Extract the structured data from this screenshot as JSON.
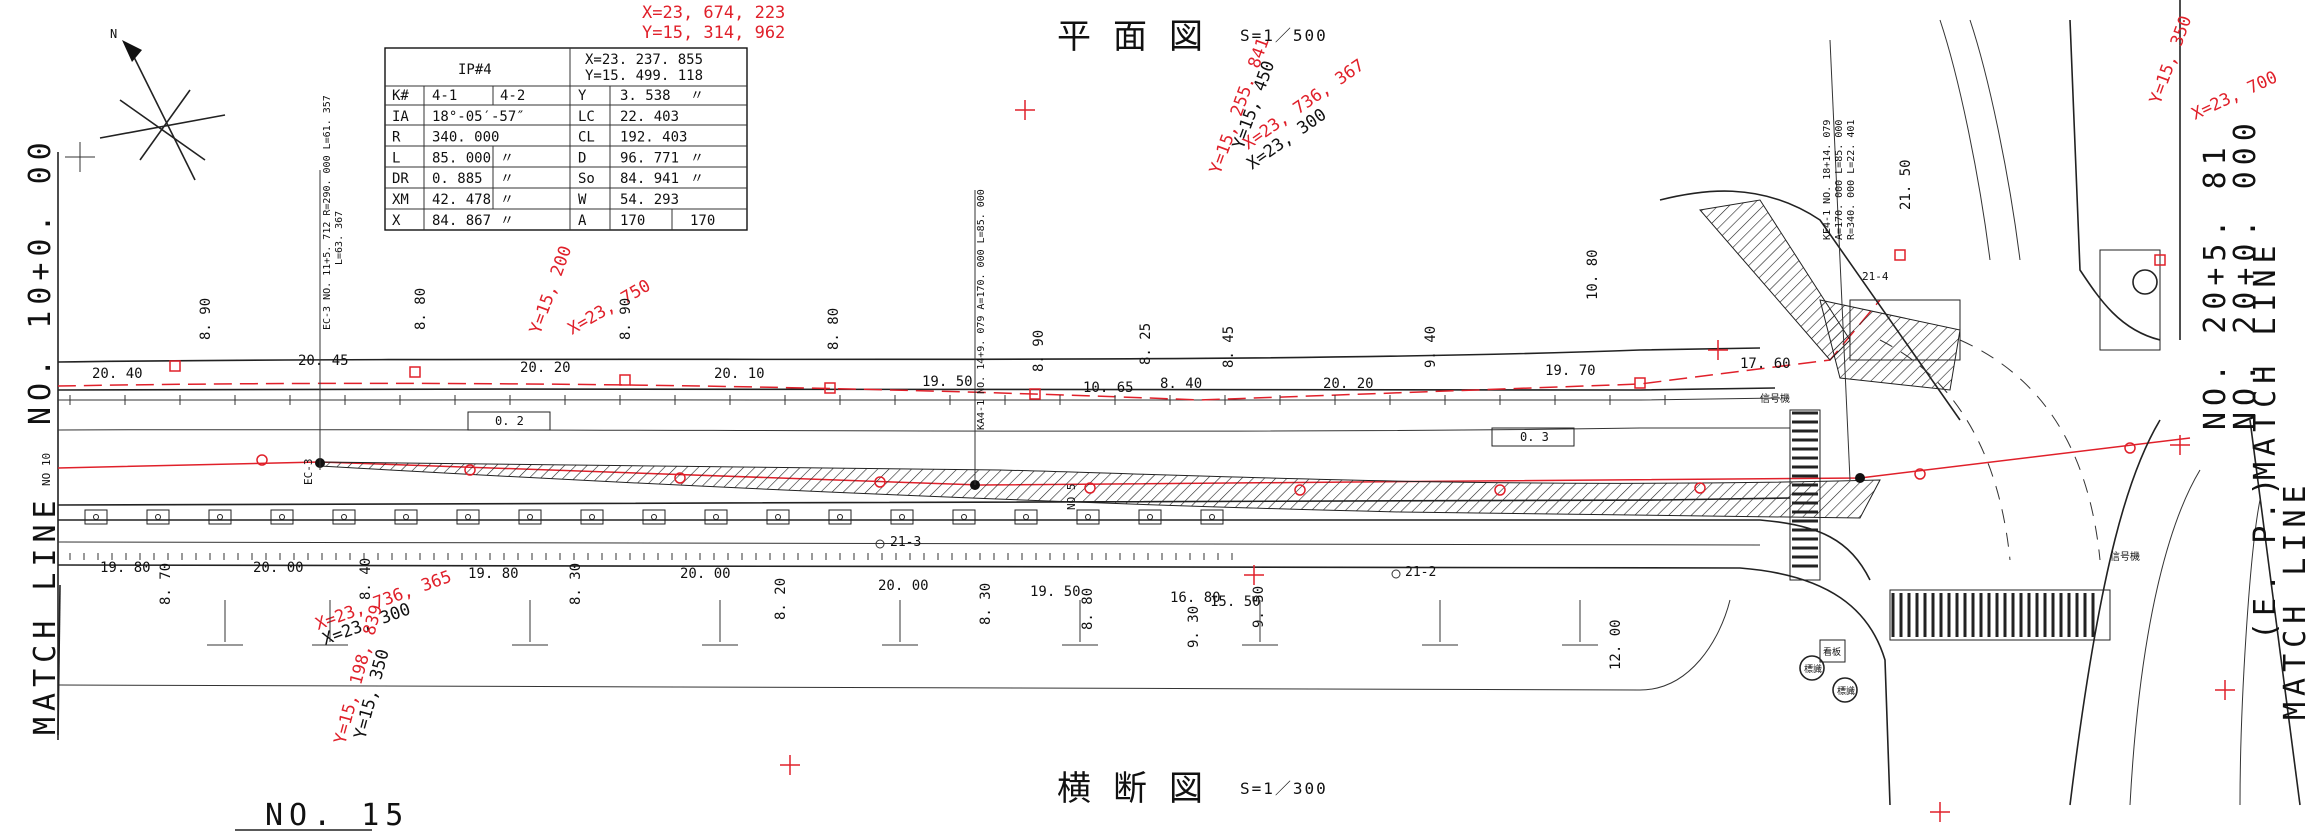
{
  "titles": {
    "plan": "平面図",
    "plan_scale": "S=1／500",
    "section": "横断図",
    "section_scale": "S=1／300"
  },
  "match_lines": {
    "left_match": "MATCH LINE",
    "left_station": "NO. 10+0. 00",
    "right_station_1": "NO. 20+5. 81",
    "right_station_2": "NO. 20+0. 000",
    "right_match_1": "MATCH LINE",
    "right_match_2": "(E. P.)"
  },
  "bottom_label": "NO. 15",
  "north_label": "N",
  "ip_table": {
    "title": "IP#4",
    "x": "X=23. 237. 855",
    "y": "Y=15. 499. 118",
    "rows": [
      [
        "K#",
        "4-1",
        "4-2",
        "Y",
        "3. 538",
        "〃"
      ],
      [
        "IA",
        "18°-05′-57″",
        "",
        "LC",
        "22. 403",
        ""
      ],
      [
        "R",
        "340. 000",
        "",
        "CL",
        "192. 403",
        ""
      ],
      [
        "L",
        "85. 000",
        "〃",
        "D",
        "96. 771",
        "〃"
      ],
      [
        "DR",
        "0. 885",
        "〃",
        "So",
        "84. 941",
        "〃"
      ],
      [
        "XM",
        "42. 478",
        "〃",
        "W",
        "54. 293",
        ""
      ],
      [
        "X",
        "84. 867",
        "〃",
        "A",
        "170",
        "170"
      ]
    ]
  },
  "red_coords": {
    "top_x": "X=23, 674, 223",
    "top_y": "Y=15, 314, 962",
    "mid_y": "Y=15, 255. 841",
    "mid_x": "X=23, 736, 367",
    "left_y": "Y=15, 200",
    "left_x": "X=23, 750",
    "low_x": "X=23, 736, 365",
    "low_y": "Y=15, 198, 839",
    "right_y": "Y=15, 350",
    "right_x": "X=23, 700"
  },
  "black_coords": {
    "mid_y": "Y=15, 450",
    "mid_x": "X=23, 300",
    "low_x": "X=23, 300",
    "low_y": "Y=15, 350"
  },
  "widths_top": [
    "20. 40",
    "20. 45",
    "20. 20",
    "20. 10",
    "19. 50",
    "10. 65",
    "8. 40",
    "20. 20",
    "19. 70",
    "17. 60",
    "21. 50"
  ],
  "widths_vertical": [
    "8. 90",
    "8. 80",
    "8. 90",
    "8. 80",
    "8. 90",
    "8. 25",
    "8. 45",
    "9. 40",
    "10. 80"
  ],
  "widths_bottom": [
    "19. 80",
    "20. 00",
    "19. 80",
    "20. 00",
    "20. 00",
    "19. 50",
    "16. 80",
    "15. 50"
  ],
  "widths_bottom_vertical": [
    "8. 70",
    "8. 40",
    "8. 30",
    "8. 20",
    "8. 30",
    "8. 80",
    "9. 30",
    "9. 50",
    "12. 00"
  ],
  "station_labels": {
    "no10": "NO 10",
    "ec3": "EC-3",
    "no15": "NO 15",
    "no5": "NO 5"
  },
  "box_labels": [
    "0. 2",
    "0. 3"
  ],
  "callouts": [
    "21-3",
    "21-2",
    "21-4",
    "信号機",
    "信号機"
  ],
  "curve_notes": [
    "EC-3 NO. 11+5. 712 R=290. 000 L=61. 357",
    "L=63. 367",
    "KA4-1 NO. 14+9. 079 A=170. 000 L=85. 000",
    "KE4-1 NO. 18+14. 079",
    "A=170. 000 L=85. 000",
    "R=340. 000 L=22. 401"
  ],
  "buildings": [
    "標識",
    "標識",
    "看板"
  ]
}
